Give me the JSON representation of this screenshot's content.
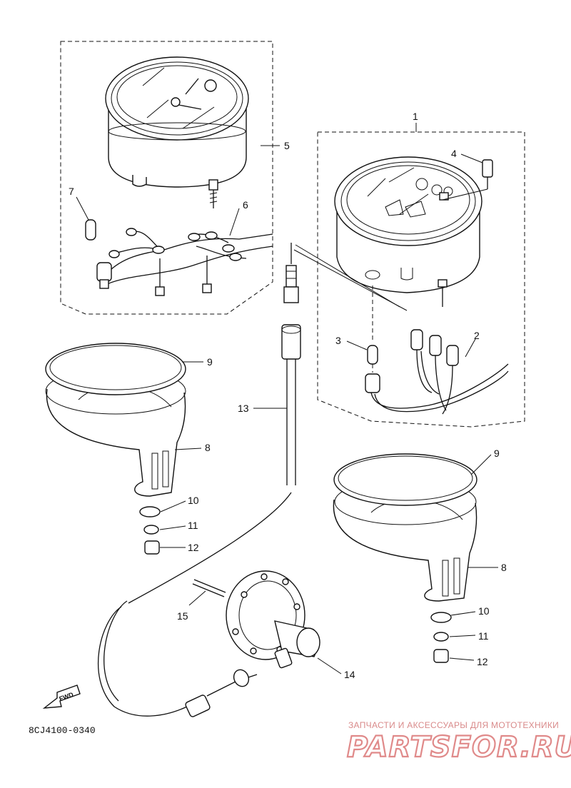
{
  "labels": {
    "p1": "1",
    "p2": "2",
    "p3": "3",
    "p4": "4",
    "p5": "5",
    "p6": "6",
    "p7": "7",
    "p8a": "8",
    "p8b": "8",
    "p9a": "9",
    "p9b": "9",
    "p10a": "10",
    "p10b": "10",
    "p11a": "11",
    "p11b": "11",
    "p12a": "12",
    "p12b": "12",
    "p13": "13",
    "p14": "14",
    "p15": "15"
  },
  "diagram_code": "8CJ4100-0340",
  "fwd": "FWD",
  "watermark": {
    "caption": "ЗАПЧАСТИ И АКСЕССУАРЫ ДЛЯ МОТОТЕХНИКИ",
    "logo": "PARTSFOR.RU"
  }
}
